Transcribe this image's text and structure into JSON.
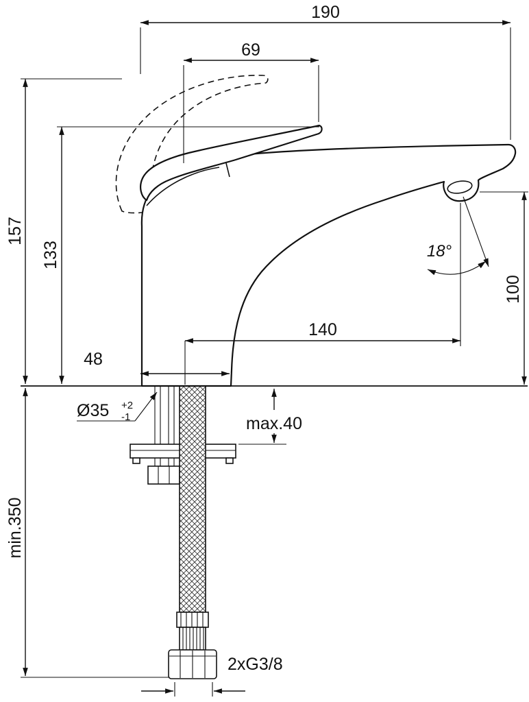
{
  "drawing": {
    "dims": {
      "total_reach": "190",
      "handle_length": "69",
      "total_height": "157",
      "height_to_handle_tip": "133",
      "spout_angle": "18°",
      "spout_outlet_height": "100",
      "spout_projection": "140",
      "base_width": "48",
      "hole_diameter": "Ø35",
      "hole_tolerance_upper": "+2",
      "hole_tolerance_lower": "-1",
      "max_mounting_thickness": "max.40",
      "min_hose_length": "min.350",
      "supply_connection": "2xG3/8"
    },
    "colors": {
      "line": "#111111",
      "background": "#ffffff"
    }
  }
}
